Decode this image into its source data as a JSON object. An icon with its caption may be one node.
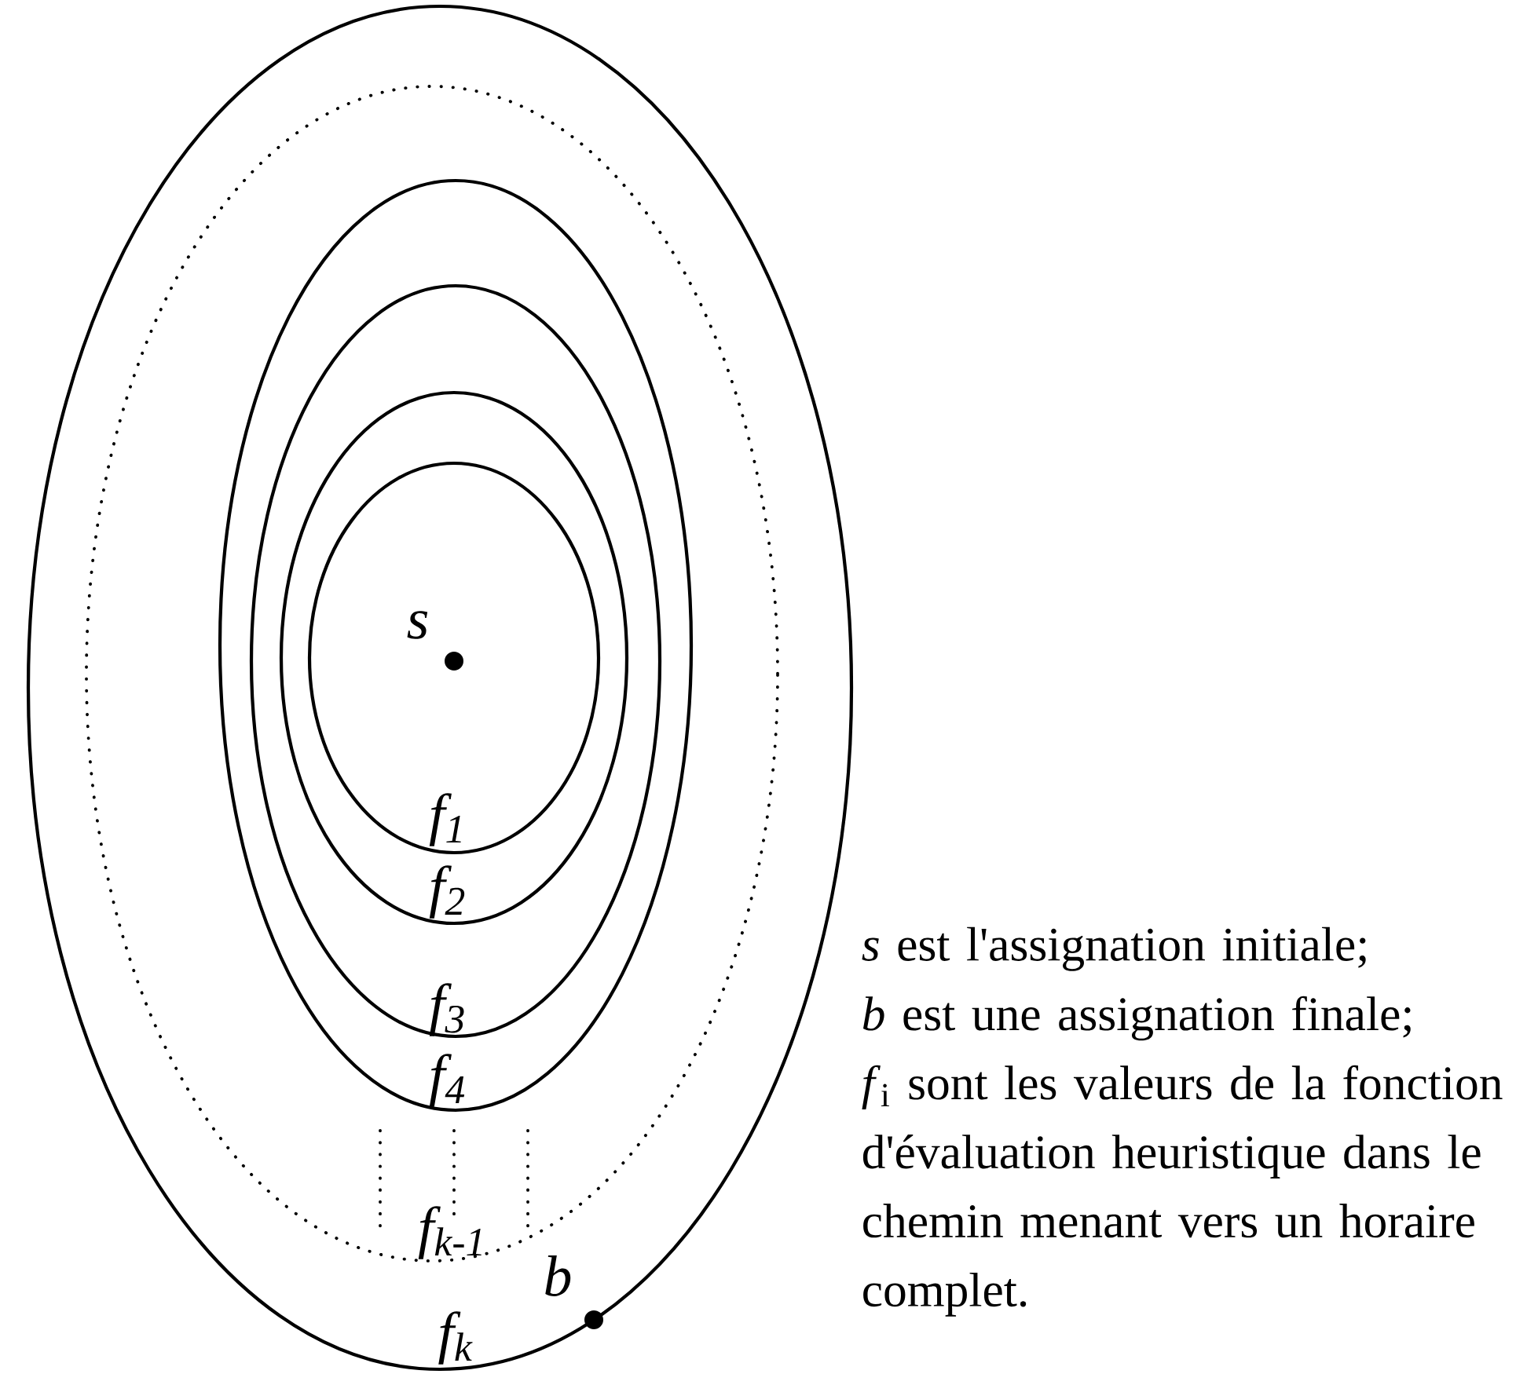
{
  "diagram": {
    "nodes": [
      {
        "text": [
          "f$_{k}$"
        ]
      },
      {
        "text": [
          "f$_{k-1}$"
        ],
        "in": 0
      },
      {
        "text": [
          "f$_{4}$"
        ],
        "in": 1
      },
      {
        "text": [
          "f$_{3}$"
        ],
        "in": 2
      },
      {
        "text": [
          "f$_{2}$"
        ],
        "in": 3
      },
      {
        "text": [
          "f$_{1}$"
        ],
        "in": 4
      }
    ],
    "edges": [],
    "labels": [
      "s",
      "b",
      "*s* est l'assignation initiale;",
      "*b* est une assignation finale;",
      "*f*$_{i}$ sont les valeurs de la fonction d'évaluation heuristique dans le chemin menant vers un horaire complet."
    ]
  }
}
